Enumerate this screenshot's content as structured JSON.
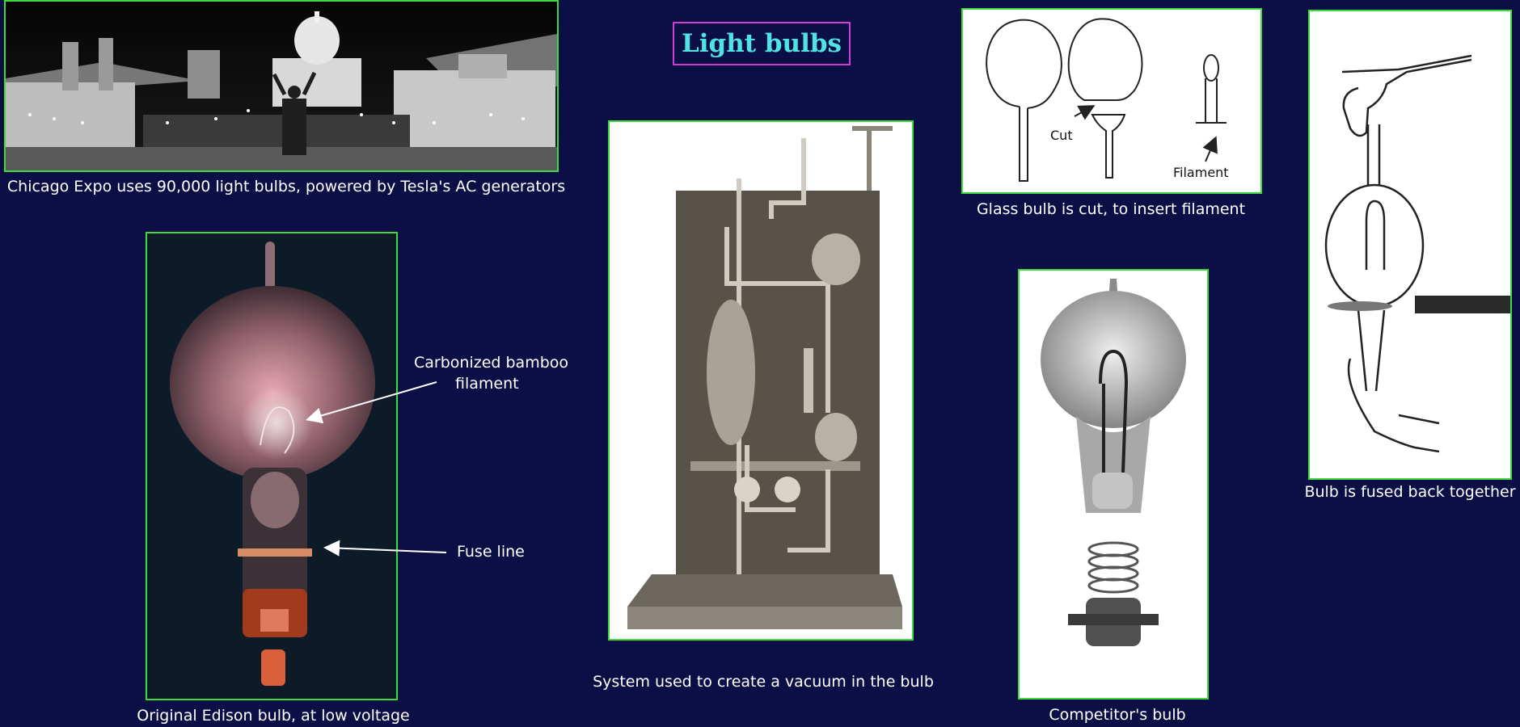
{
  "title": "Light bulbs",
  "colors": {
    "background": "#0b0f45",
    "panel_border": "#3ddc3d",
    "title_border": "#d23cd2",
    "title_text": "#4fe3e6",
    "caption_text": "#ffffff"
  },
  "panels": {
    "chicago": {
      "caption": "Chicago Expo uses 90,000 light bulbs, powered by Tesla's AC generators"
    },
    "edison": {
      "caption": "Original Edison bulb, at low voltage",
      "label_filament_line1": "Carbonized bamboo",
      "label_filament_line2": "filament",
      "label_fuse": "Fuse line"
    },
    "vacuum": {
      "caption": "System used to create a vacuum in the bulb"
    },
    "glass_cut": {
      "caption": "Glass bulb is cut, to insert filament",
      "label_cut": "Cut",
      "label_filament": "Filament"
    },
    "competitor": {
      "caption": "Competitor's bulb"
    },
    "fused": {
      "caption": "Bulb is fused back together"
    }
  }
}
